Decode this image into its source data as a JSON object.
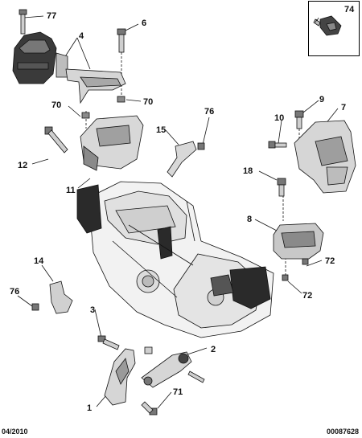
{
  "diagram": {
    "callouts": [
      {
        "id": "c77",
        "text": "77"
      },
      {
        "id": "c6",
        "text": "6"
      },
      {
        "id": "c4",
        "text": "4"
      },
      {
        "id": "c70a",
        "text": "70"
      },
      {
        "id": "c70b",
        "text": "70"
      },
      {
        "id": "c76a",
        "text": "76"
      },
      {
        "id": "c15",
        "text": "15"
      },
      {
        "id": "c9",
        "text": "9"
      },
      {
        "id": "c7",
        "text": "7"
      },
      {
        "id": "c10",
        "text": "10"
      },
      {
        "id": "c12",
        "text": "12"
      },
      {
        "id": "c18",
        "text": "18"
      },
      {
        "id": "c11",
        "text": "11"
      },
      {
        "id": "c8",
        "text": "8"
      },
      {
        "id": "c72a",
        "text": "72"
      },
      {
        "id": "c72b",
        "text": "72"
      },
      {
        "id": "c14",
        "text": "14"
      },
      {
        "id": "c76b",
        "text": "76"
      },
      {
        "id": "c3",
        "text": "3"
      },
      {
        "id": "c2",
        "text": "2"
      },
      {
        "id": "c71",
        "text": "71"
      },
      {
        "id": "c1",
        "text": "1"
      }
    ],
    "inset": {
      "label": "74"
    }
  },
  "footer": {
    "date": "04/2010",
    "ref": "00087628"
  },
  "colors": {
    "line": "#111111",
    "part_fill": "#e6e6e6",
    "part_shade": "#9a9a9a",
    "rubber": "#2a2a2a",
    "engine_fill": "#f2f2f2"
  }
}
